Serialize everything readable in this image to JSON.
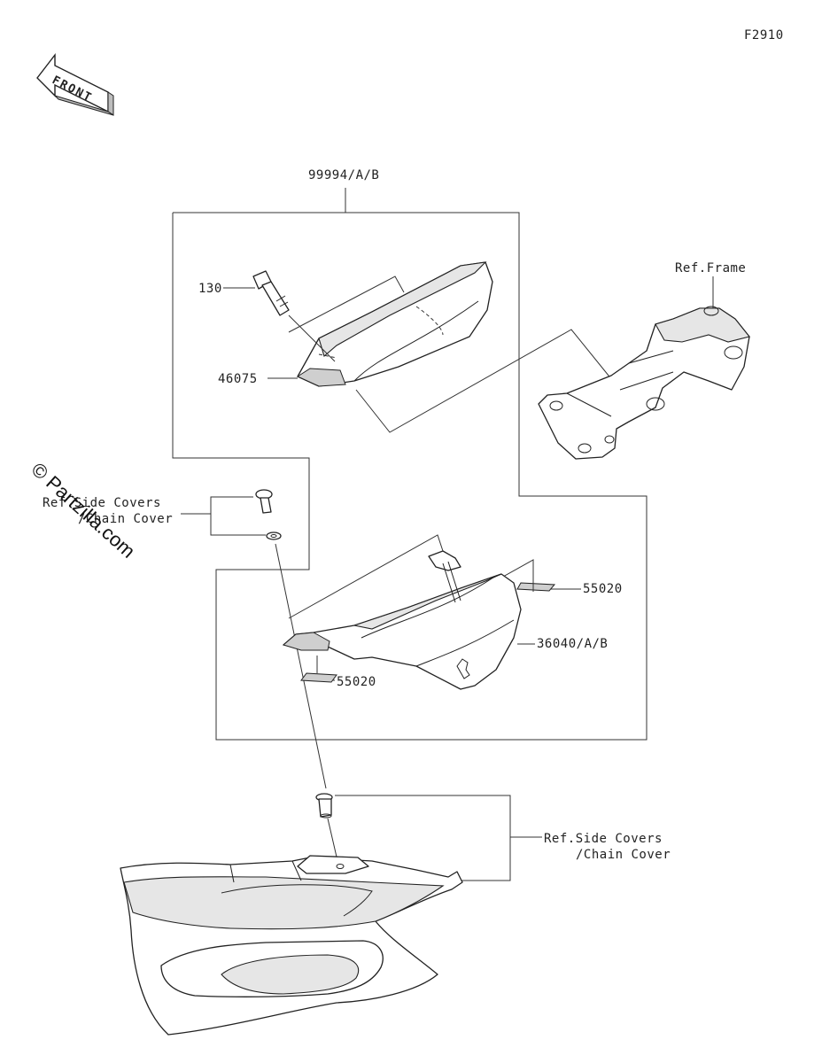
{
  "diagram_code": "F2910",
  "front_arrow": {
    "label": "FRONT",
    "icon": "front-arrow-icon"
  },
  "watermark": "© Partzilla.com",
  "callouts": {
    "kit": "99994/A/B",
    "bolt": "130",
    "grip": "46075",
    "frame_ref": "Ref.Frame",
    "side_cover_ref_top_1": "Ref.Side Covers",
    "side_cover_ref_top_2": "/Chain Cover",
    "pad_upper": "55020",
    "cover": "36040/A/B",
    "pad_lower": "55020",
    "side_cover_ref_bottom_1": "Ref.Side Covers",
    "side_cover_ref_bottom_2": "/Chain Cover"
  }
}
